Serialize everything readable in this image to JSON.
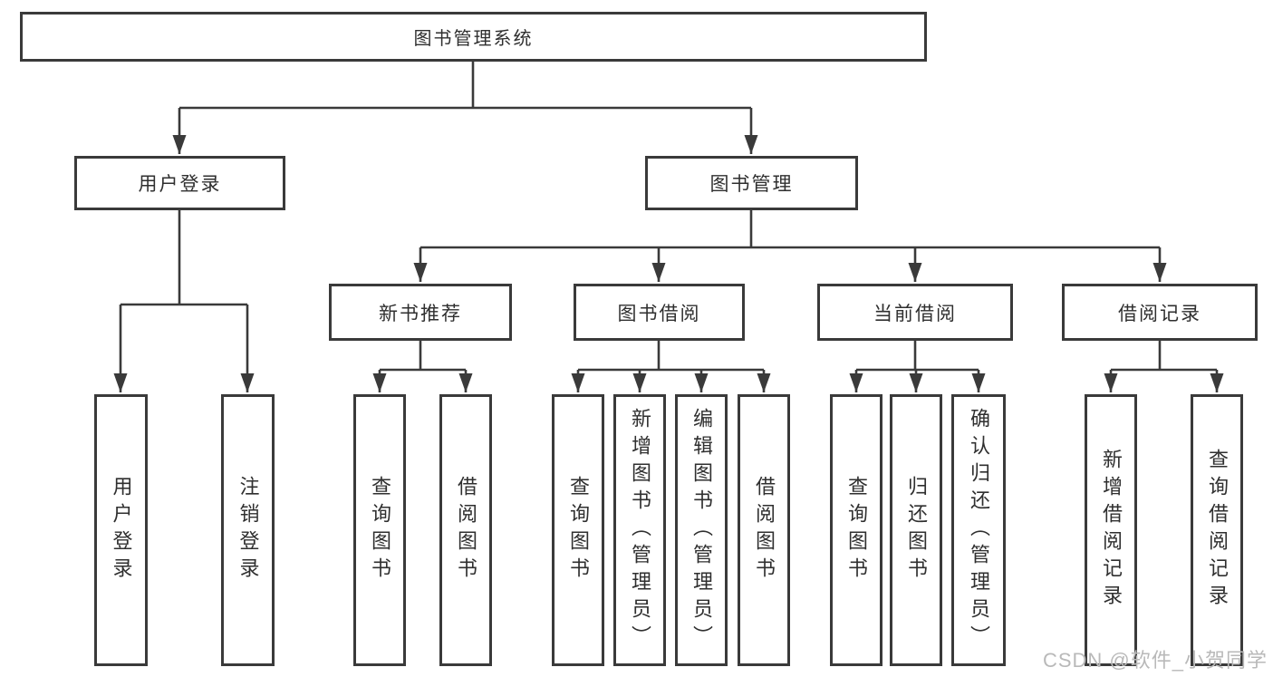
{
  "diagram": {
    "root": {
      "label": "图书管理系统",
      "children": [
        {
          "label": "用户登录",
          "children": [
            {
              "label": "用户登录"
            },
            {
              "label": "注销登录"
            }
          ]
        },
        {
          "label": "图书管理",
          "children": [
            {
              "label": "新书推荐",
              "children": [
                {
                  "label": "查询图书"
                },
                {
                  "label": "借阅图书"
                }
              ]
            },
            {
              "label": "图书借阅",
              "children": [
                {
                  "label": "查询图书"
                },
                {
                  "label": "新增图书（管理员）"
                },
                {
                  "label": "编辑图书（管理员）"
                },
                {
                  "label": "借阅图书"
                }
              ]
            },
            {
              "label": "当前借阅",
              "children": [
                {
                  "label": "查询图书"
                },
                {
                  "label": "归还图书"
                },
                {
                  "label": "确认归还（管理员）"
                }
              ]
            },
            {
              "label": "借阅记录",
              "children": [
                {
                  "label": "新增借阅记录"
                },
                {
                  "label": "查询借阅记录"
                }
              ]
            }
          ]
        }
      ]
    },
    "colors": {
      "line": "#3a3a3a",
      "box_border": "#3a3a3a",
      "text": "#2f2f2f",
      "background": "#ffffff",
      "watermark": "#b9b9b9"
    },
    "watermark": {
      "text": "CSDN @软件_小贺同学"
    }
  }
}
